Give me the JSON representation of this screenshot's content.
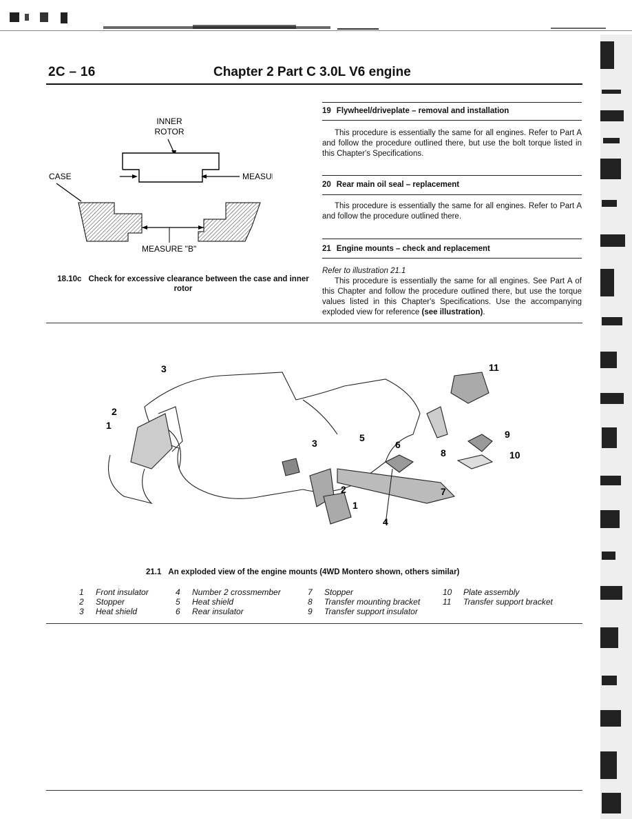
{
  "header": {
    "page_number": "2C – 16",
    "title": "Chapter 2  Part C   3.0L V6 engine"
  },
  "figure_left": {
    "labels": {
      "inner_rotor_line1": "INNER",
      "inner_rotor_line2": "ROTOR",
      "case": "CASE",
      "measure_a": "MEASURE \"A\"",
      "measure_b": "MEASURE \"B\""
    },
    "caption_number": "18.10c",
    "caption_text": "Check for excessive clearance between the case and inner rotor"
  },
  "sections": [
    {
      "number": "19",
      "title": "Flywheel/driveplate – removal and installation",
      "body": "This procedure is essentially the same for all engines. Refer to Part A and follow the procedure outlined there, but use the bolt torque listed in this Chapter's Specifications."
    },
    {
      "number": "20",
      "title": "Rear main oil seal – replacement",
      "body": "This procedure is essentially the same for all engines. Refer to Part A and follow the procedure outlined there."
    },
    {
      "number": "21",
      "title": "Engine mounts – check and replacement",
      "ref": "Refer to illustration 21.1",
      "body": "This procedure is essentially the same for all engines. See Part A of this Chapter and follow the procedure outlined there, but use the torque values listed in this Chapter's Specifications. Use the accompanying exploded view for reference",
      "body_bold": "(see illustration)",
      "body_end": "."
    }
  ],
  "figure_main": {
    "callouts": [
      "3",
      "2",
      "1",
      "11",
      "5",
      "6",
      "9",
      "8",
      "10",
      "3",
      "2",
      "1",
      "7",
      "4"
    ],
    "caption_number": "21.1",
    "caption_text": "An exploded view of the engine mounts (4WD Montero shown, others similar)"
  },
  "legend": [
    [
      {
        "n": "1",
        "label": "Front insulator"
      },
      {
        "n": "2",
        "label": "Stopper"
      },
      {
        "n": "3",
        "label": "Heat shield"
      }
    ],
    [
      {
        "n": "4",
        "label": "Number 2 crossmember"
      },
      {
        "n": "5",
        "label": "Heat shield"
      },
      {
        "n": "6",
        "label": "Rear insulator"
      }
    ],
    [
      {
        "n": "7",
        "label": "Stopper"
      },
      {
        "n": "8",
        "label": "Transfer mounting bracket"
      },
      {
        "n": "9",
        "label": "Transfer support insulator"
      }
    ],
    [
      {
        "n": "10",
        "label": "Plate assembly"
      },
      {
        "n": "11",
        "label": "Transfer support bracket"
      }
    ]
  ]
}
